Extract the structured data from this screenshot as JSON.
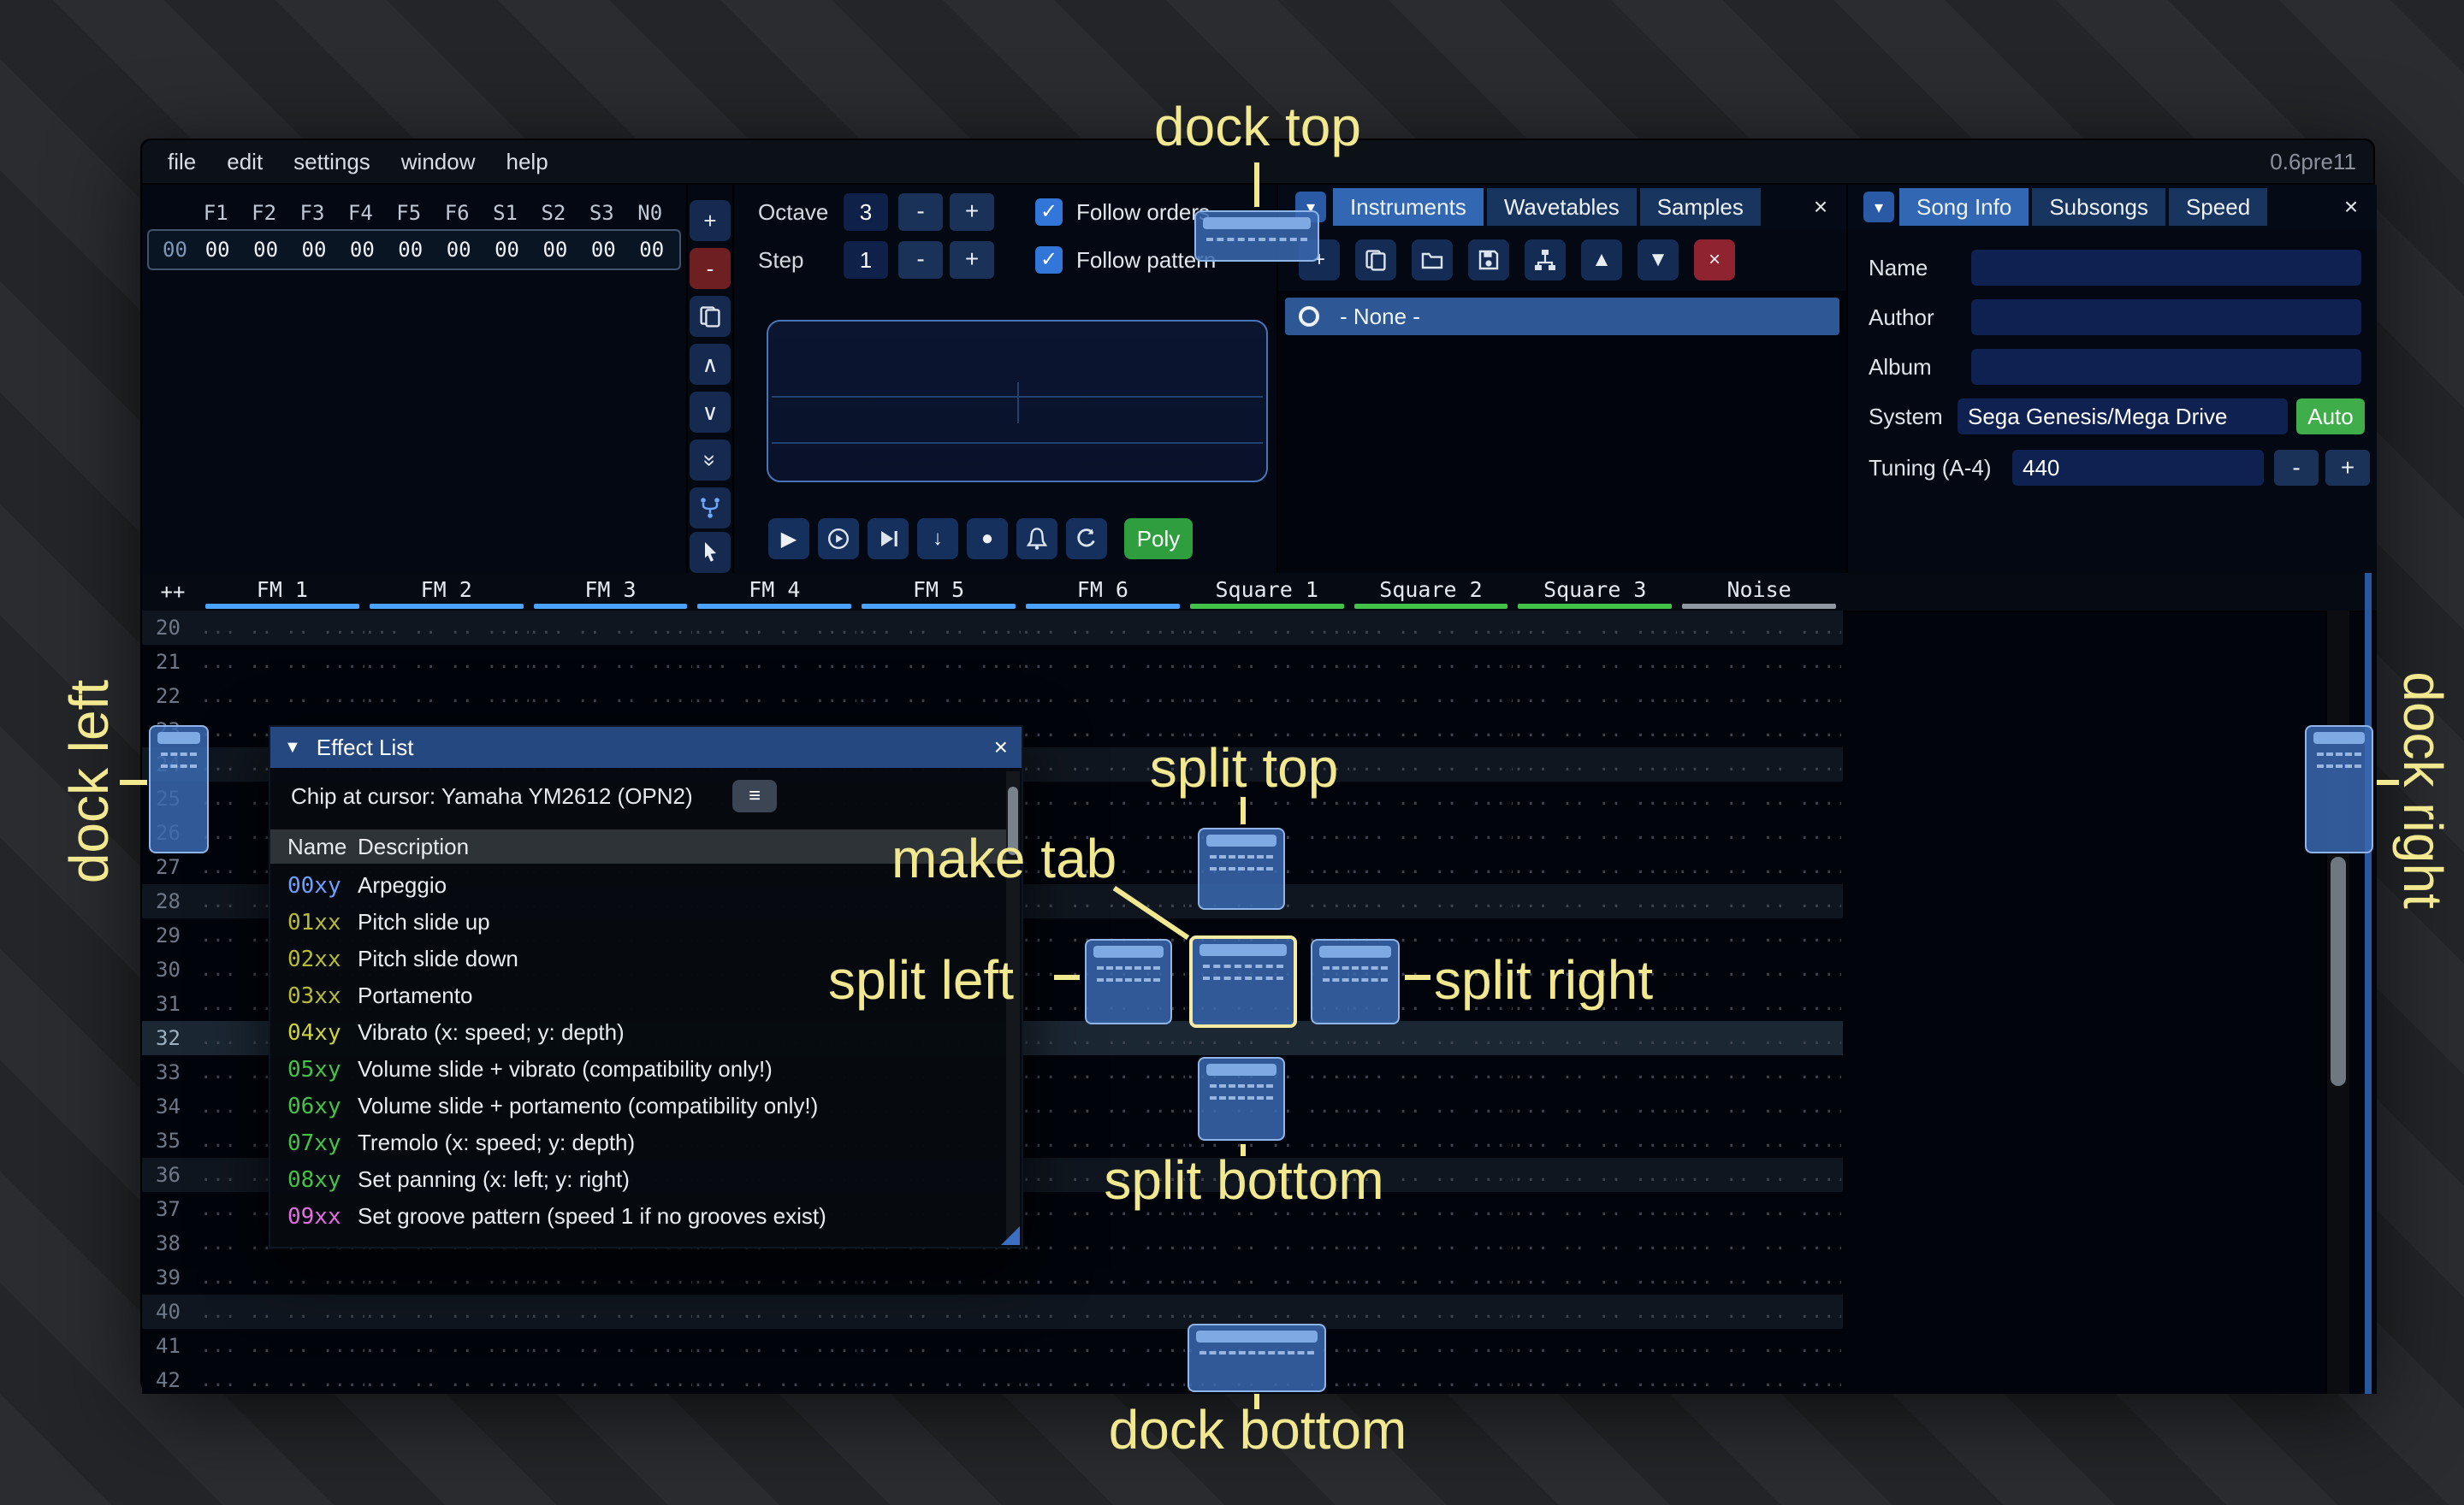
{
  "app": {
    "menu": [
      "file",
      "edit",
      "settings",
      "window",
      "help"
    ],
    "version": "0.6pre11"
  },
  "icons": {
    "plus": "+",
    "minus": "-",
    "close": "×",
    "check": "✓",
    "dropdown": "▾",
    "collapse": "▼",
    "menu": "≡",
    "play": "▶",
    "record": "●",
    "step_down": "↓",
    "up": "▲",
    "down": "▼",
    "chevron_up": "∧",
    "chevron_down": "∨",
    "double_chevron": "»"
  },
  "orders": {
    "index": "00",
    "channels": [
      "F1",
      "F2",
      "F3",
      "F4",
      "F5",
      "F6",
      "S1",
      "S2",
      "S3",
      "N0"
    ],
    "values": [
      "00",
      "00",
      "00",
      "00",
      "00",
      "00",
      "00",
      "00",
      "00",
      "00"
    ],
    "buttons": [
      "add-order",
      "remove-order",
      "duplicate-order",
      "move-order-up",
      "move-order-down",
      "duplicate-order-to-end",
      "order-change-mode",
      "order-select-mode"
    ]
  },
  "controls": {
    "octave_label": "Octave",
    "octave_value": "3",
    "step_label": "Step",
    "step_value": "1",
    "follow_orders": "Follow orders",
    "follow_pattern": "Follow pattern",
    "poly": "Poly"
  },
  "instruments": {
    "tabs": [
      {
        "label": "Instruments",
        "selected": true
      },
      {
        "label": "Wavetables",
        "selected": false
      },
      {
        "label": "Samples",
        "selected": false
      }
    ],
    "toolbar": [
      "add",
      "duplicate",
      "open",
      "save",
      "organize",
      "move-up",
      "move-down",
      "delete"
    ],
    "list": [
      {
        "label": "- None -",
        "selected": true
      }
    ]
  },
  "song_info": {
    "tabs": [
      {
        "label": "Song Info",
        "selected": true
      },
      {
        "label": "Subsongs",
        "selected": false
      },
      {
        "label": "Speed",
        "selected": false
      }
    ],
    "name_label": "Name",
    "name_value": "",
    "author_label": "Author",
    "author_value": "",
    "album_label": "Album",
    "album_value": "",
    "system_label": "System",
    "system_value": "Sega Genesis/Mega Drive",
    "auto_label": "Auto",
    "tuning_label": "Tuning (A-4)",
    "tuning_value": "440"
  },
  "pattern": {
    "expand_label": "++",
    "channels": [
      {
        "name": "FM 1",
        "color": "#4aa3ff"
      },
      {
        "name": "FM 2",
        "color": "#4aa3ff"
      },
      {
        "name": "FM 3",
        "color": "#4aa3ff"
      },
      {
        "name": "FM 4",
        "color": "#4aa3ff"
      },
      {
        "name": "FM 5",
        "color": "#4aa3ff"
      },
      {
        "name": "FM 6",
        "color": "#4aa3ff"
      },
      {
        "name": "Square 1",
        "color": "#43c24a"
      },
      {
        "name": "Square 2",
        "color": "#43c24a"
      },
      {
        "name": "Square 3",
        "color": "#43c24a"
      },
      {
        "name": "Noise",
        "color": "#8f97a3"
      }
    ],
    "row_numbers": [
      "20",
      "21",
      "22",
      "23",
      "24",
      "25",
      "26",
      "27",
      "28",
      "29",
      "30",
      "31",
      "32",
      "33",
      "34",
      "35",
      "36",
      "37",
      "38",
      "39",
      "40",
      "41",
      "42"
    ],
    "empty_cell": "... .. .. ....",
    "highlight_every": 4,
    "highlight_strong_every": 16
  },
  "effect_list": {
    "title": "Effect List",
    "chip_line": "Chip at cursor: Yamaha YM2612 (OPN2)",
    "columns": [
      "Name",
      "Description"
    ],
    "rows": [
      {
        "code": "00xy",
        "color": "#6ea0ff",
        "desc": "Arpeggio"
      },
      {
        "code": "01xx",
        "color": "#b8bc34",
        "desc": "Pitch slide up"
      },
      {
        "code": "02xx",
        "color": "#b8bc34",
        "desc": "Pitch slide down"
      },
      {
        "code": "03xx",
        "color": "#b8bc34",
        "desc": "Portamento"
      },
      {
        "code": "04xy",
        "color": "#d0d23a",
        "desc": "Vibrato (x: speed; y: depth)"
      },
      {
        "code": "05xy",
        "color": "#46c246",
        "desc": "Volume slide + vibrato (compatibility only!)"
      },
      {
        "code": "06xy",
        "color": "#46c246",
        "desc": "Volume slide + portamento (compatibility only!)"
      },
      {
        "code": "07xy",
        "color": "#46c246",
        "desc": "Tremolo (x: speed; y: depth)"
      },
      {
        "code": "08xy",
        "color": "#46c246",
        "desc": "Set panning (x: left; y: right)"
      },
      {
        "code": "09xx",
        "color": "#e26ee2",
        "desc": "Set groove pattern (speed 1 if no grooves exist)"
      }
    ]
  },
  "annotations": {
    "dock_top": "dock top",
    "dock_left": "dock left",
    "dock_right": "dock right",
    "dock_bottom": "dock bottom",
    "split_top": "split top",
    "split_left": "split left",
    "split_right": "split right",
    "split_bottom": "split bottom",
    "make_tab": "make tab"
  }
}
